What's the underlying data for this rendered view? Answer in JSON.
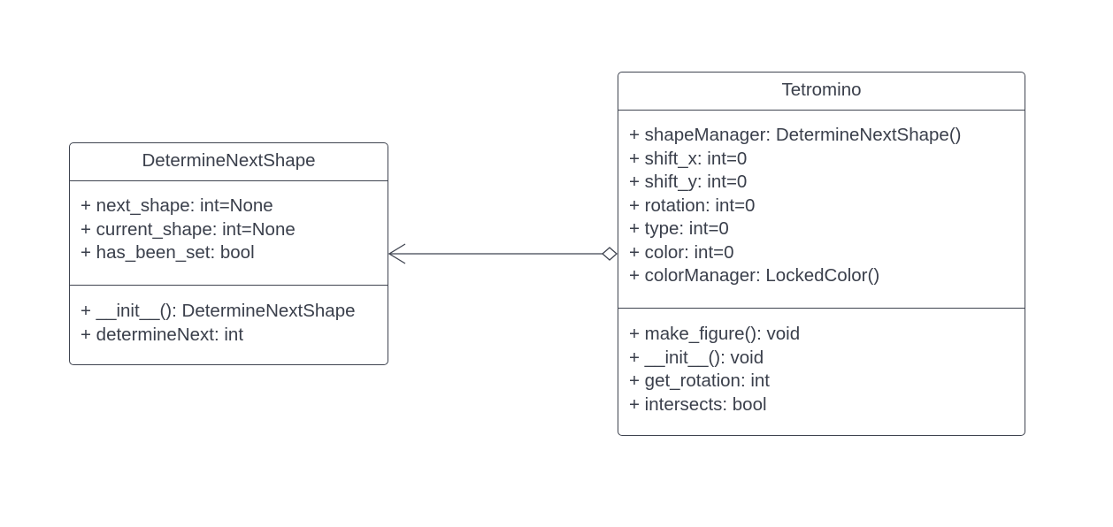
{
  "classes": {
    "determine_next_shape": {
      "name": "DetermineNextShape",
      "attributes": [
        "+ next_shape: int=None",
        "+ current_shape: int=None",
        "+ has_been_set: bool"
      ],
      "methods": [
        "+ __init__(): DetermineNextShape",
        "+ determineNext: int"
      ]
    },
    "tetromino": {
      "name": "Tetromino",
      "attributes": [
        "+ shapeManager: DetermineNextShape()",
        "+ shift_x: int=0",
        "+ shift_y: int=0",
        "+ rotation: int=0",
        "+ type: int=0",
        "+ color: int=0",
        "+ colorManager: LockedColor()"
      ],
      "methods": [
        "+ make_figure(): void",
        "+ __init__(): void",
        "+ get_rotation: int",
        "+ intersects: bool"
      ]
    }
  },
  "relationship": {
    "type": "aggregation",
    "from": "Tetromino",
    "to": "DetermineNextShape"
  },
  "colors": {
    "line": "#3f4450",
    "text": "#3a3f4b",
    "background": "#ffffff"
  }
}
